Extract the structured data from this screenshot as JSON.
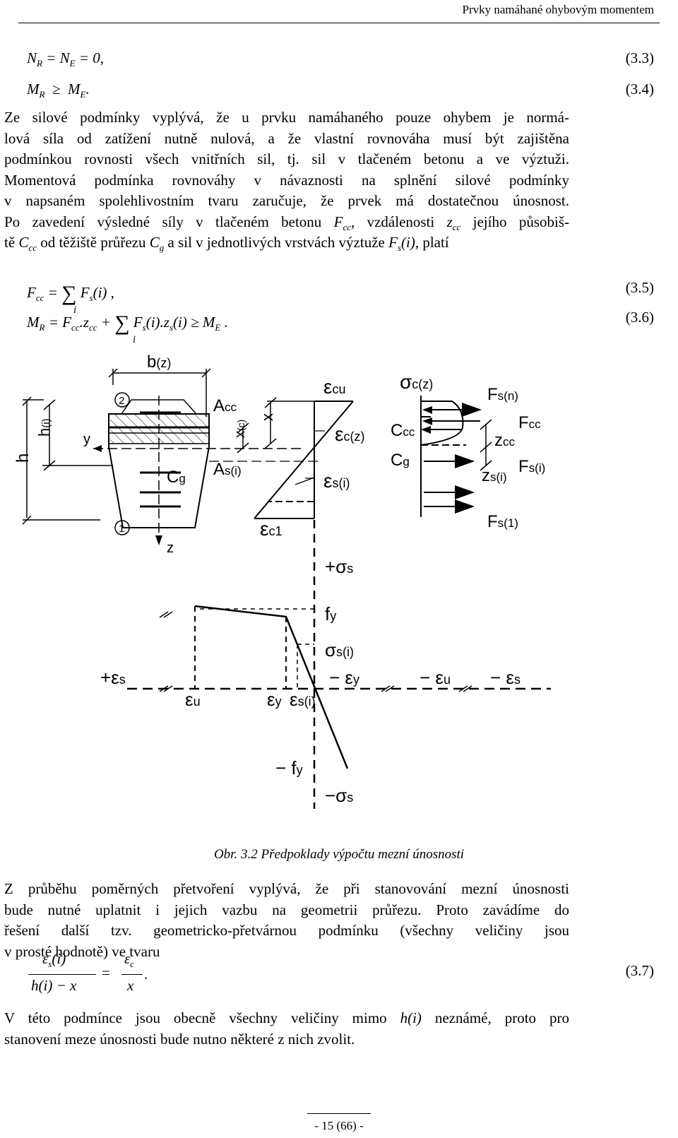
{
  "header": {
    "title": "Prvky namáhané ohybovým momentem"
  },
  "equations": {
    "eq33": {
      "lhs": "N_R = N_E = 0,",
      "num": "(3.3)"
    },
    "eq34": {
      "lhs": "M_R ≥ M_E.",
      "num": "(3.4)"
    },
    "eq35": {
      "lhs": "F_cc = Σ_i F_s(i) ,",
      "num": "(3.5)"
    },
    "eq36": {
      "lhs": "M_R = F_cc.z_cc + Σ_i F_s(i).z_s(i) ≥ M_E .",
      "num": "(3.6)"
    },
    "eq37": {
      "lhs": "ε_s(i) / (h(i) − x) = ε_c / x .",
      "num": "(3.7)"
    }
  },
  "paragraph1": [
    "Ze silové podmínky vyplývá, že u prvku namáhaného pouze ohybem je normá-",
    "lová síla od zatížení nutně nulová, a že vlastní rovnováha musí být zajištěna",
    "podmínkou rovnosti všech vnitřních sil, tj. sil v tlačeném betonu a ve výztuži.",
    "Momentová podmínka rovnováhy v návaznosti na splnění silové podmínky",
    "v napsaném spolehlivostním tvaru zaručuje, že prvek má dostatečnou únosnost.",
    "Po zavedení výsledné síly v tlačeném betonu F_cc, vzdálenosti z_cc jejího působiš-",
    "tě C_cc od těžiště průřezu C_g a sil v jednotlivých vrstvách výztuže F_s(i), platí"
  ],
  "figure": {
    "labels": {
      "b_z": "b",
      "b_z_sub": "(z)",
      "h": "h",
      "h_i": "h",
      "h_i_sub": "(i)",
      "y": "y",
      "z": "z",
      "A_cc": "A",
      "A_cc_sub": "cc",
      "C_g": "C",
      "C_g_sub": "g",
      "A_si": "A",
      "A_si_sub": "s(i)",
      "x_c": "x",
      "x_c_sub": "(c)",
      "x": "x",
      "layer2": "2",
      "layer1": "1",
      "eps_cu": "ε",
      "eps_cu_sub": "cu",
      "eps_cz": "ε",
      "eps_cz_sub": "c(z)",
      "eps_si": "ε",
      "eps_si_sub": "s(i)",
      "eps_c1": "ε",
      "eps_c1_sub": "c1",
      "sigma_cz": "σ",
      "sigma_cz_sub": "c(z)",
      "C_cc": "C",
      "C_cc_sub": "cc",
      "C_g2": "C",
      "C_g2_sub": "g",
      "F_sn": "F",
      "F_sn_sub": "s(n)",
      "F_cc": "F",
      "F_cc_sub": "cc",
      "z_cc": "z",
      "z_cc_sub": "cc",
      "z_si": "z",
      "z_si_sub": "s(i)",
      "F_si": "F",
      "F_si_sub": "s(i)",
      "F_s1": "F",
      "F_s1_sub": "s(1)",
      "plus_sigma": "+σ",
      "plus_sigma_sub": "s",
      "fy": "f",
      "fy_sub": "y",
      "sigma_si": "σ",
      "sigma_si_sub": "s(i)",
      "plus_eps": "+ε",
      "plus_eps_sub": "s",
      "minus_eps_y": "− ε",
      "minus_eps_y_sub": "y",
      "minus_eps_u": "− ε",
      "minus_eps_u_sub": "u",
      "minus_eps_s": "− ε",
      "minus_eps_s_sub": "s",
      "eps_u": "ε",
      "eps_u_sub": "u",
      "eps_y_si": "ε",
      "eps_y_si_sub": "y",
      "eps_si2": "ε",
      "eps_si2_sub": "s(i)",
      "minus_fy": "− f",
      "minus_fy_sub": "y",
      "minus_sigma": "−σ",
      "minus_sigma_sub": "s"
    }
  },
  "caption": "Obr. 3.2 Předpoklady výpočtu mezní únosnosti",
  "paragraph2": [
    "Z průběhu poměrných přetvoření vyplývá, že při stanovování mezní únosnosti",
    "bude nutné uplatnit i jejich vazbu na geometrii průřezu. Proto zavádíme do",
    "řešení další tzv. geometricko-přetvárnou podmínku (všechny veličiny jsou",
    "v prosté hodnotě) ve tvaru"
  ],
  "paragraph3": [
    "V této podmínce jsou obecně všechny veličiny mimo h(i) neznámé, proto pro",
    "stanovení meze únosnosti bude nutno některé z nich zvolit."
  ],
  "footer": {
    "page": "- 15 (66) -"
  }
}
